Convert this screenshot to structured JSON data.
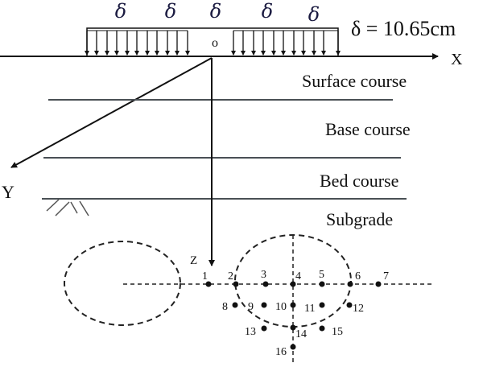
{
  "load": {
    "symbols": [
      "δ",
      "δ",
      "δ",
      "δ",
      "δ"
    ],
    "equation": "δ = 10.65cm",
    "origin_label": "o"
  },
  "axes": {
    "x": "X",
    "y": "Y",
    "z": "Z"
  },
  "layers": [
    {
      "name": "Surface course"
    },
    {
      "name": "Base course"
    },
    {
      "name": "Bed course"
    },
    {
      "name": "Subgrade"
    }
  ],
  "points": [
    "1",
    "2",
    "3",
    "4",
    "5",
    "6",
    "7",
    "8",
    "9",
    "10",
    "11",
    "12",
    "13",
    "14",
    "15",
    "16"
  ],
  "colors": {
    "line": "#111111",
    "layer_line": "#4a5055",
    "delta": "#1a1a40"
  }
}
